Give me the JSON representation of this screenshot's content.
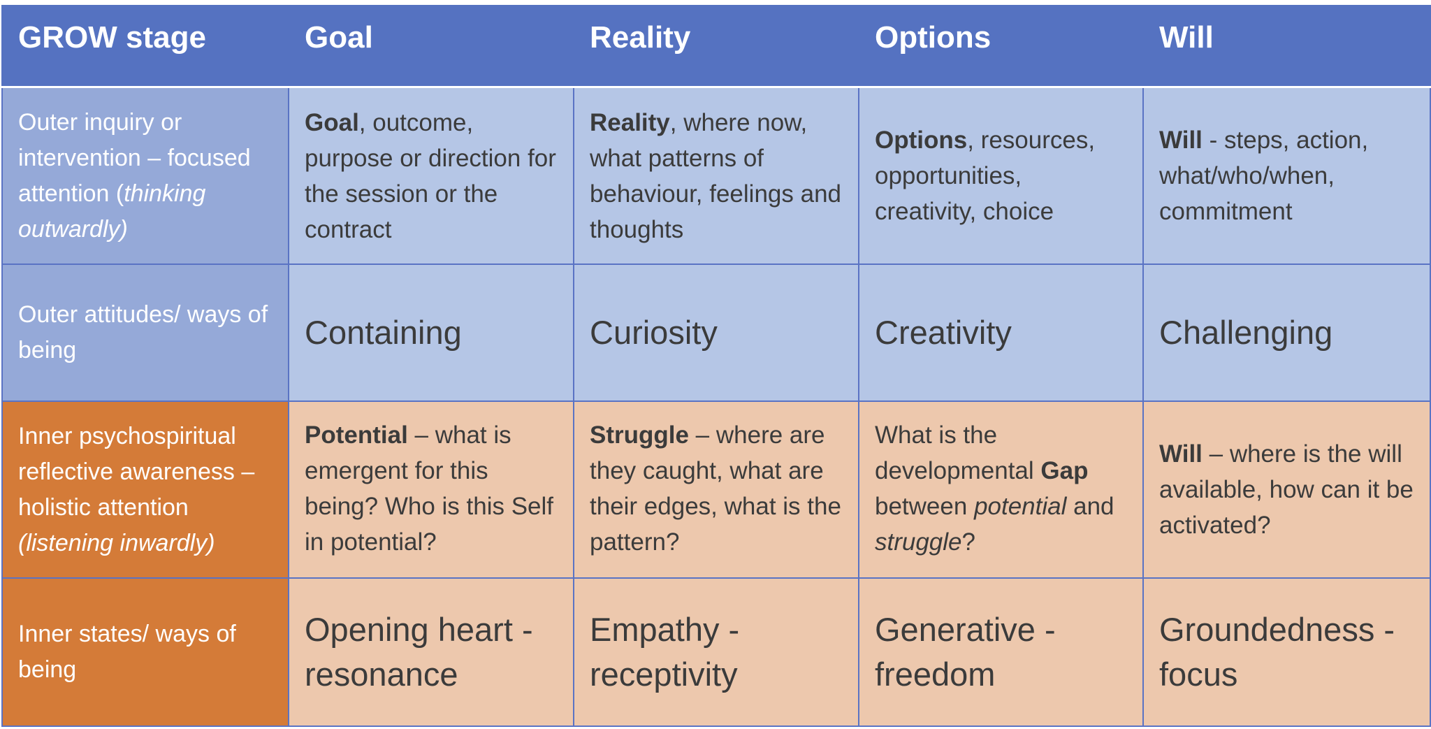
{
  "colors": {
    "header_bg": "#5572c1",
    "outer_label_bg": "#95a9d8",
    "outer_cell_bg": "#b5c6e6",
    "inner_label_bg": "#d47b38",
    "inner_cell_bg": "#edc8ad",
    "grid_line": "#5a73c4",
    "body_text": "#3b3b3b",
    "label_text": "#ffffff"
  },
  "header": {
    "stage": "GROW stage",
    "goal": "Goal",
    "reality": "Reality",
    "options": "Options",
    "will": "Will"
  },
  "rows": {
    "outer_inquiry": {
      "label_line": "Outer inquiry or intervention – focused attention (",
      "label_italic": "thinking outwardly)",
      "goal": {
        "bold": "Goal",
        "rest": ", outcome, purpose or direction for the session or the contract"
      },
      "reality": {
        "bold": "Reality",
        "rest": ", where now, what patterns of behaviour, feelings and thoughts"
      },
      "options": {
        "bold": "Options",
        "rest": ", resources, opportunities, creativity, choice"
      },
      "will": {
        "bold": "Will",
        "rest": " - steps, action, what/who/when, commitment"
      }
    },
    "outer_attitudes": {
      "label": "Outer attitudes/ ways of being",
      "goal": "Containing",
      "reality": "Curiosity",
      "options": "Creativity",
      "will": "Challenging"
    },
    "inner_awareness": {
      "label_line": "Inner psychospiritual reflective awareness – holistic attention",
      "label_italic": "(listening inwardly)",
      "goal": {
        "bold": "Potential",
        "rest": " – what is emergent for this being? Who is this Self in potential?"
      },
      "reality": {
        "bold": "Struggle",
        "rest": " – where are they caught, what are their edges, what is the pattern?"
      },
      "options": {
        "part1": "What is the developmental ",
        "bold": "Gap",
        "part2": " between ",
        "italic1": "potential",
        "part3": " and ",
        "italic2": "struggle",
        "part4": "?"
      },
      "will": {
        "bold": "Will",
        "rest": " – where is the will available, how can it be activated?"
      }
    },
    "inner_states": {
      "label": "Inner states/ ways of being",
      "goal": "Opening heart - resonance",
      "reality": "Empathy - receptivity",
      "options": "Generative - freedom",
      "will": "Groundedness - focus"
    }
  }
}
